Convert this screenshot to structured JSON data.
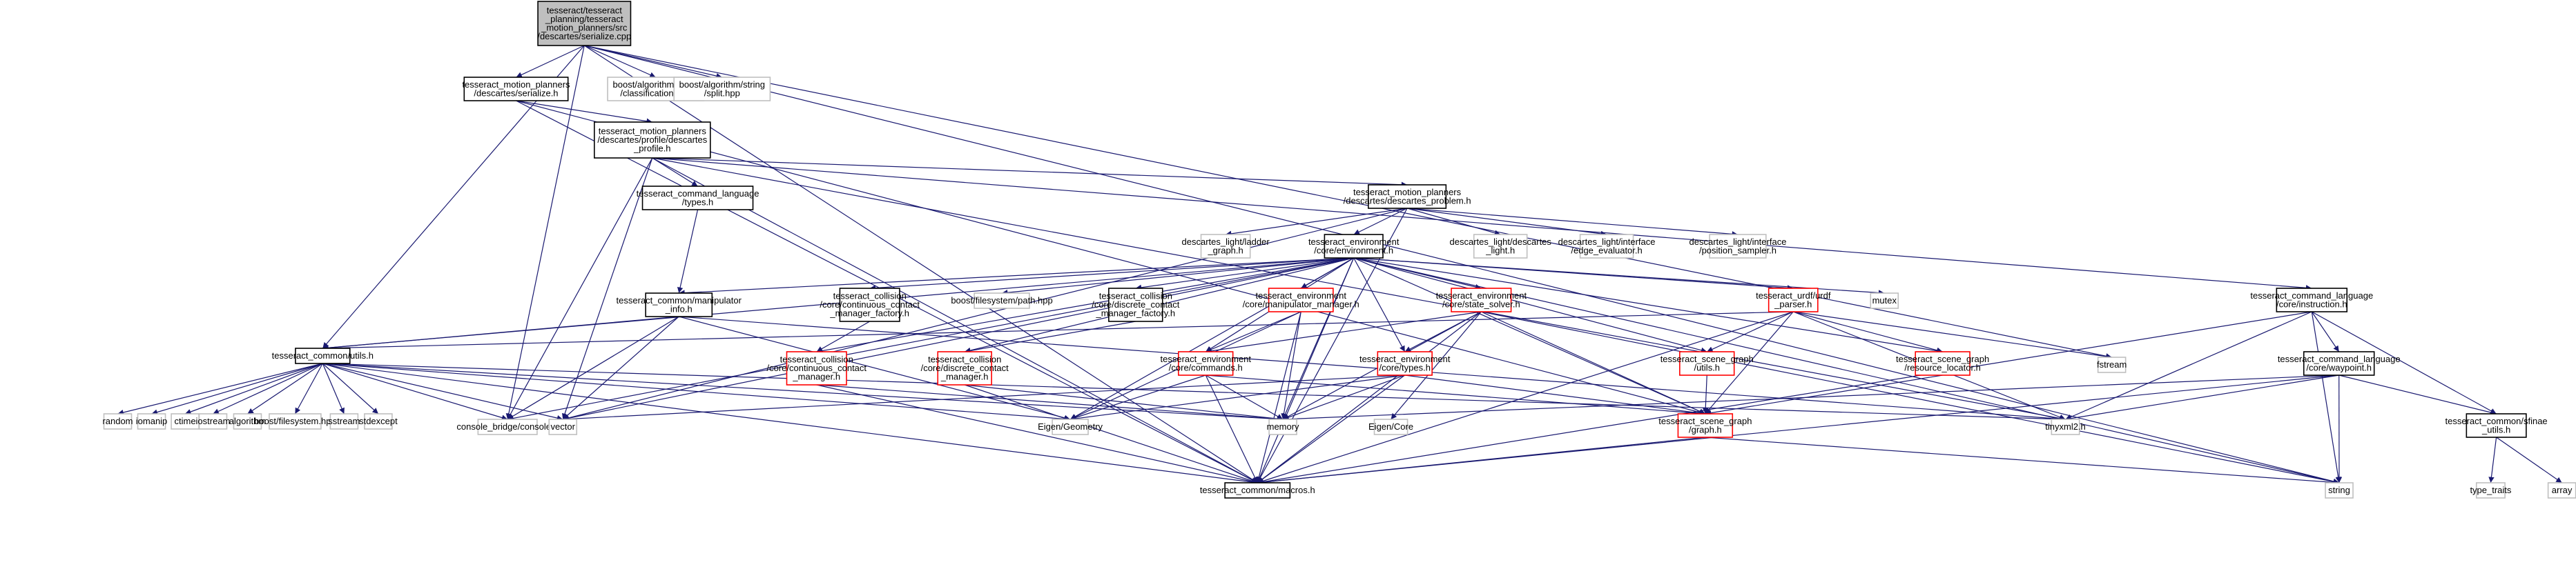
{
  "colors": {
    "edge": "#191970",
    "root_fill": "#bfbfbf",
    "root_border": "#000000",
    "documented_border": "#000000",
    "highlight_border": "#ff0000",
    "external_border": "#bfbfbf",
    "external_text": "#404040"
  },
  "nodes": {
    "root": {
      "lines": [
        "tesseract/tesseract",
        "_planning/tesseract",
        "_motion_planners/src",
        "/descartes/serialize.cpp"
      ]
    },
    "ser_h": {
      "lines": [
        "tesseract_motion_planners",
        "/descartes/serialize.h"
      ]
    },
    "boost_class": {
      "lines": [
        "boost/algorithm/string",
        "/classification.hpp"
      ]
    },
    "boost_split": {
      "lines": [
        "boost/algorithm/string",
        "/split.hpp"
      ]
    },
    "prof_h": {
      "lines": [
        "tesseract_motion_planners",
        "/descartes/profile/descartes",
        "_profile.h"
      ]
    },
    "cmd_types": {
      "lines": [
        "tesseract_command_language",
        "/types.h"
      ]
    },
    "prob_h": {
      "lines": [
        "tesseract_motion_planners",
        "/descartes/descartes_problem.h"
      ]
    },
    "ladder": {
      "lines": [
        "descartes_light/ladder",
        "_graph.h"
      ]
    },
    "env_h": {
      "lines": [
        "tesseract_environment",
        "/core/environment.h"
      ]
    },
    "dl_light": {
      "lines": [
        "descartes_light/descartes",
        "_light.h"
      ]
    },
    "dl_edge": {
      "lines": [
        "descartes_light/interface",
        "/edge_evaluator.h"
      ]
    },
    "dl_pos": {
      "lines": [
        "descartes_light/interface",
        "/position_sampler.h"
      ]
    },
    "manip_info": {
      "lines": [
        "tesseract_common/manipulator",
        "_info.h"
      ]
    },
    "cc_factory": {
      "lines": [
        "tesseract_collision",
        "/core/continuous_contact",
        "_manager_factory.h"
      ]
    },
    "fs_path": {
      "lines": [
        "boost/filesystem/path.hpp"
      ]
    },
    "dc_factory": {
      "lines": [
        "tesseract_collision",
        "/core/discrete_contact",
        "_manager_factory.h"
      ]
    },
    "env_manip": {
      "lines": [
        "tesseract_environment",
        "/core/manipulator_manager.h"
      ]
    },
    "env_state": {
      "lines": [
        "tesseract_environment",
        "/core/state_solver.h"
      ]
    },
    "urdf": {
      "lines": [
        "tesseract_urdf/urdf",
        "_parser.h"
      ]
    },
    "mutex": {
      "lines": [
        "mutex"
      ]
    },
    "instr": {
      "lines": [
        "tesseract_command_language",
        "/core/instruction.h"
      ]
    },
    "utils": {
      "lines": [
        "tesseract_common/utils.h"
      ]
    },
    "cc_mgr": {
      "lines": [
        "tesseract_collision",
        "/core/continuous_contact",
        "_manager.h"
      ]
    },
    "dc_mgr": {
      "lines": [
        "tesseract_collision",
        "/core/discrete_contact",
        "_manager.h"
      ]
    },
    "env_cmds": {
      "lines": [
        "tesseract_environment",
        "/core/commands.h"
      ]
    },
    "env_types": {
      "lines": [
        "tesseract_environment",
        "/core/types.h"
      ]
    },
    "sg_utils": {
      "lines": [
        "tesseract_scene_graph",
        "/utils.h"
      ]
    },
    "sg_res": {
      "lines": [
        "tesseract_scene_graph",
        "/resource_locator.h"
      ]
    },
    "fstream": {
      "lines": [
        "fstream"
      ]
    },
    "waypoint": {
      "lines": [
        "tesseract_command_language",
        "/core/waypoint.h"
      ]
    },
    "random": {
      "lines": [
        "random"
      ]
    },
    "iomanip": {
      "lines": [
        "iomanip"
      ]
    },
    "ctime": {
      "lines": [
        "ctime"
      ]
    },
    "iostream": {
      "lines": [
        "iostream"
      ]
    },
    "algorithm": {
      "lines": [
        "algorithm"
      ]
    },
    "fs_hpp": {
      "lines": [
        "boost/filesystem.hpp"
      ]
    },
    "sstream": {
      "lines": [
        "sstream"
      ]
    },
    "stdexcept": {
      "lines": [
        "stdexcept"
      ]
    },
    "console": {
      "lines": [
        "console_bridge/console.h"
      ]
    },
    "vector": {
      "lines": [
        "vector"
      ]
    },
    "eigen_geo": {
      "lines": [
        "Eigen/Geometry"
      ]
    },
    "eigen_core": {
      "lines": [
        "Eigen/Core"
      ]
    },
    "memory": {
      "lines": [
        "memory"
      ]
    },
    "sg_graph": {
      "lines": [
        "tesseract_scene_graph",
        "/graph.h"
      ]
    },
    "tinyxml": {
      "lines": [
        "tinyxml2.h"
      ]
    },
    "sfinae": {
      "lines": [
        "tesseract_common/sfinae",
        "_utils.h"
      ]
    },
    "macros": {
      "lines": [
        "tesseract_common/macros.h"
      ]
    },
    "string": {
      "lines": [
        "string"
      ]
    },
    "type_traits": {
      "lines": [
        "type_traits"
      ]
    },
    "array": {
      "lines": [
        "array"
      ]
    }
  }
}
